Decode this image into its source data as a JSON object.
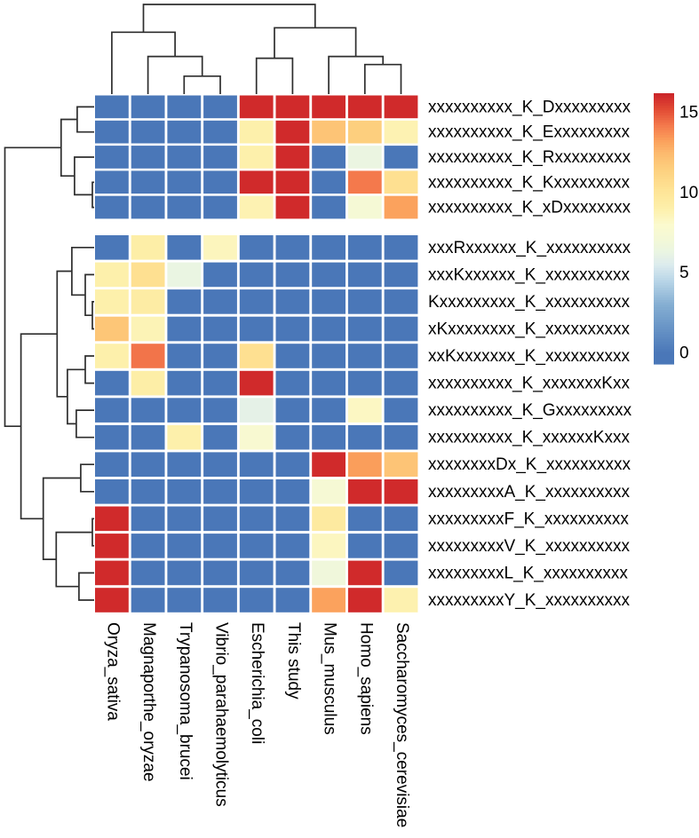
{
  "figure": {
    "background": "#ffffff",
    "description": "clustered heatmap with row and column dendrograms and colorbar"
  },
  "chart_data": {
    "type": "heatmap",
    "title": "",
    "xlabel": "",
    "ylabel": "",
    "legend_position": "right",
    "grid": "white cell separators",
    "row_labels": [
      "xxxxxxxxxx_K_Dxxxxxxxxx",
      "xxxxxxxxxx_K_Exxxxxxxxx",
      "xxxxxxxxxx_K_Rxxxxxxxxx",
      "xxxxxxxxxx_K_Kxxxxxxxxx",
      "xxxxxxxxxx_K_xDxxxxxxxx",
      "xxxRxxxxxx_K_xxxxxxxxxx",
      "xxxKxxxxxx_K_xxxxxxxxxx",
      "Kxxxxxxxxx_K_xxxxxxxxxx",
      "xKxxxxxxxx_K_xxxxxxxxxx",
      "xxKxxxxxxx_K_xxxxxxxxxx",
      "xxxxxxxxxx_K_xxxxxxxKxx",
      "xxxxxxxxxx_K_Gxxxxxxxxx",
      "xxxxxxxxxx_K_xxxxxxKxxx",
      "xxxxxxxxDx_K_xxxxxxxxxx",
      "xxxxxxxxxA_K_xxxxxxxxxx",
      "xxxxxxxxxF_K_xxxxxxxxxx",
      "xxxxxxxxxV_K_xxxxxxxxxx",
      "xxxxxxxxxL_K_xxxxxxxxxx",
      "xxxxxxxxxY_K_xxxxxxxxxx"
    ],
    "col_labels": [
      "Oryza_sativa",
      "Magnaporthe_oryzae",
      "Trypanosoma_brucei",
      "Vibrio_parahaemolyticus",
      "Escherichia_coli",
      "This study",
      "Mus_musculus",
      "Homo_sapiens",
      "Saccharomyces_cerevisiae"
    ],
    "matrix": [
      [
        0,
        0,
        0,
        0,
        16,
        16,
        16,
        16,
        16
      ],
      [
        0,
        0,
        0,
        0,
        9,
        16,
        12,
        11.5,
        8.8
      ],
      [
        0,
        0,
        0,
        0,
        9,
        16,
        0,
        6.4,
        0
      ],
      [
        0,
        0,
        0,
        0,
        16,
        16,
        0,
        14.2,
        10.4
      ],
      [
        0,
        0,
        0,
        0,
        8.8,
        16,
        0,
        7.3,
        13.2
      ],
      [
        0,
        9.2,
        0,
        8.5,
        0,
        0,
        0,
        0,
        0
      ],
      [
        9,
        10.4,
        6.3,
        0,
        0,
        0,
        0,
        0,
        0
      ],
      [
        9,
        9.4,
        0,
        0,
        0,
        0,
        0,
        0,
        0
      ],
      [
        11.9,
        8.7,
        0,
        0,
        0,
        0,
        0,
        0,
        0
      ],
      [
        9,
        14.3,
        0,
        0,
        10.4,
        0,
        0,
        0,
        0
      ],
      [
        0,
        9.2,
        0,
        0,
        16,
        0,
        0,
        0,
        0
      ],
      [
        0,
        0,
        0,
        0,
        6,
        0,
        0,
        8.3,
        0
      ],
      [
        0,
        0,
        9,
        0,
        7.7,
        0,
        0,
        0,
        0
      ],
      [
        0,
        0,
        0,
        0,
        0,
        0,
        16,
        13.3,
        12
      ],
      [
        0,
        0,
        0,
        0,
        0,
        0,
        7.4,
        16,
        16
      ],
      [
        16,
        0,
        0,
        0,
        0,
        0,
        9.6,
        0,
        0
      ],
      [
        16,
        0,
        0,
        0,
        0,
        0,
        8.4,
        0,
        0
      ],
      [
        16,
        0,
        0,
        0,
        0,
        0,
        6.8,
        16,
        0
      ],
      [
        16,
        0,
        0,
        0,
        0,
        0,
        13.2,
        16,
        8.9
      ]
    ],
    "value_range": [
      0,
      16
    ],
    "row_gap_after_index": 4,
    "colorbar": {
      "ticks": [
        0,
        5,
        10,
        15
      ],
      "tick_labels": [
        "0",
        "5",
        "10",
        "15"
      ]
    },
    "colormap": {
      "name": "RdYlBu_reversed",
      "stops": [
        [
          0,
          "#4a77b8"
        ],
        [
          3,
          "#84aed2"
        ],
        [
          4.5,
          "#b8d5e7"
        ],
        [
          5.5,
          "#dcebee"
        ],
        [
          6.3,
          "#eaf5e2"
        ],
        [
          7,
          "#f2f8d8"
        ],
        [
          8,
          "#fbface"
        ],
        [
          9,
          "#fdf0ab"
        ],
        [
          10.3,
          "#fee293"
        ],
        [
          11.5,
          "#fdcf7e"
        ],
        [
          12.5,
          "#fcb96d"
        ],
        [
          13.2,
          "#fba25d"
        ],
        [
          14.2,
          "#f4794c"
        ],
        [
          15.2,
          "#e14b34"
        ],
        [
          16,
          "#d02a2b"
        ],
        [
          16.5,
          "#c31f27"
        ]
      ]
    },
    "col_dendrogram": {
      "h": 1.0,
      "c": [
        {
          "h": 0.69,
          "c": [
            {
              "leaf": 0
            },
            {
              "h": 0.42,
              "c": [
                {
                  "leaf": 1
                },
                {
                  "h": 0.2,
                  "c": [
                    {
                      "leaf": 2
                    },
                    {
                      "leaf": 3
                    }
                  ]
                }
              ]
            }
          ]
        },
        {
          "h": 0.74,
          "c": [
            {
              "h": 0.4,
              "c": [
                {
                  "leaf": 4
                },
                {
                  "leaf": 5
                }
              ]
            },
            {
              "h": 0.42,
              "c": [
                {
                  "leaf": 6
                },
                {
                  "h": 0.33,
                  "c": [
                    {
                      "leaf": 7
                    },
                    {
                      "leaf": 8
                    }
                  ]
                }
              ]
            }
          ]
        }
      ]
    },
    "row_dendrogram": {
      "h": 1.0,
      "c": [
        {
          "h": 0.37,
          "c": [
            {
              "h": 0.19,
              "c": [
                {
                  "leaf": 0
                },
                {
                  "leaf": 1
                }
              ]
            },
            {
              "h": 0.22,
              "c": [
                {
                  "leaf": 2
                },
                {
                  "h": 0.02,
                  "c": [
                    {
                      "leaf": 3
                    },
                    {
                      "leaf": 4
                    }
                  ]
                }
              ]
            }
          ]
        },
        {
          "h": 0.82,
          "c": [
            {
              "h": 0.415,
              "c": [
                {
                  "h": 0.25,
                  "c": [
                    {
                      "leaf": 5
                    },
                    {
                      "h": 0.1,
                      "c": [
                        {
                          "leaf": 6
                        },
                        {
                          "h": 0.02,
                          "c": [
                            {
                              "leaf": 7
                            },
                            {
                              "leaf": 8
                            }
                          ]
                        }
                      ]
                    }
                  ]
                },
                {
                  "h": 0.3,
                  "c": [
                    {
                      "h": 0.1,
                      "c": [
                        {
                          "leaf": 9
                        },
                        {
                          "leaf": 10
                        }
                      ]
                    },
                    {
                      "h": 0.2,
                      "c": [
                        {
                          "leaf": 11
                        },
                        {
                          "leaf": 12
                        }
                      ]
                    }
                  ]
                }
              ]
            },
            {
              "h": 0.57,
              "c": [
                {
                  "h": 0.15,
                  "c": [
                    {
                      "leaf": 13
                    },
                    {
                      "leaf": 14
                    }
                  ]
                },
                {
                  "h": 0.425,
                  "c": [
                    {
                      "h": 0.02,
                      "c": [
                        {
                          "leaf": 15
                        },
                        {
                          "leaf": 16
                        }
                      ]
                    },
                    {
                      "h": 0.17,
                      "c": [
                        {
                          "leaf": 17
                        },
                        {
                          "leaf": 18
                        }
                      ]
                    }
                  ]
                }
              ]
            }
          ]
        }
      ]
    }
  }
}
